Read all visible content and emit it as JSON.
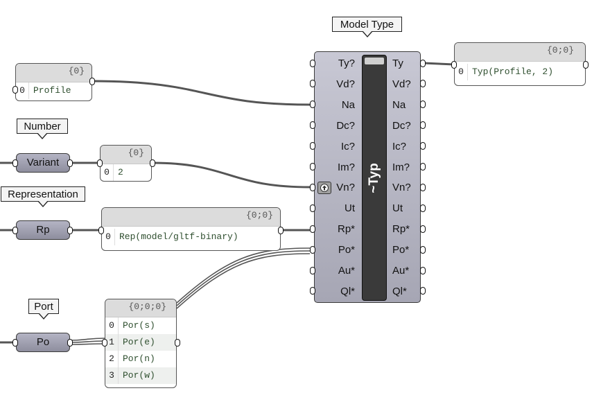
{
  "tooltips": {
    "model_type": "Model Type",
    "number": "Number",
    "representation": "Representation",
    "port": "Port"
  },
  "components": {
    "variant": "Variant",
    "rp": "Rp",
    "po": "Po"
  },
  "panels": {
    "profile": {
      "path": "{0}",
      "rows": [
        {
          "index": "0",
          "value": "Profile"
        }
      ]
    },
    "variant_value": {
      "path": "{0}",
      "rows": [
        {
          "index": "0",
          "value": "2"
        }
      ]
    },
    "representation": {
      "path": "{0;0}",
      "rows": [
        {
          "index": "0",
          "value": "Rep(model/gltf-binary)"
        }
      ]
    },
    "ports": {
      "path": "{0;0;0}",
      "rows": [
        {
          "index": "0",
          "value": "Por(s)"
        },
        {
          "index": "1",
          "value": "Por(e)"
        },
        {
          "index": "2",
          "value": "Por(n)"
        },
        {
          "index": "3",
          "value": "Por(w)"
        }
      ]
    },
    "output": {
      "path": "{0;0}",
      "rows": [
        {
          "index": "0",
          "value": "Typ(Profile, 2)"
        }
      ]
    }
  },
  "main_component": {
    "title": "~Typ",
    "inputs": [
      "Ty?",
      "Vd?",
      "Na",
      "Dc?",
      "Ic?",
      "Im?",
      "Vn?",
      "Ut",
      "Rp*",
      "Po*",
      "Au*",
      "Ql*"
    ],
    "outputs": [
      "Ty",
      "Vd?",
      "Na",
      "Dc?",
      "Ic?",
      "Im?",
      "Vn?",
      "Ut",
      "Rp*",
      "Po*",
      "Au*",
      "Ql*"
    ],
    "flip_icon": "up-arrow-icon"
  },
  "colors": {
    "wire": "#555555",
    "component_fill": "#b0b0c0",
    "panel_header": "#dcdcdc"
  }
}
